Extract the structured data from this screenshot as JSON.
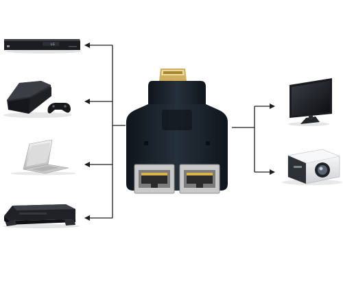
{
  "diagram": {
    "sources": [
      {
        "id": "set-top-box",
        "icon": "set-top-box-icon",
        "label": "LG"
      },
      {
        "id": "game-console",
        "icon": "game-console-icon"
      },
      {
        "id": "laptop",
        "icon": "laptop-icon"
      },
      {
        "id": "dvd-player",
        "icon": "dvd-player-icon"
      }
    ],
    "adapter": {
      "icon": "hdmi-to-dual-rj45-adapter-icon",
      "ports": [
        "hdmi-port",
        "rj45-port-left",
        "rj45-port-right"
      ]
    },
    "displays": [
      {
        "id": "tv",
        "icon": "tv-icon"
      },
      {
        "id": "projector",
        "icon": "projector-icon"
      }
    ],
    "colors": {
      "line": "#1e1e1e",
      "adapter": "#161d26",
      "device": "#1d1f23"
    }
  }
}
